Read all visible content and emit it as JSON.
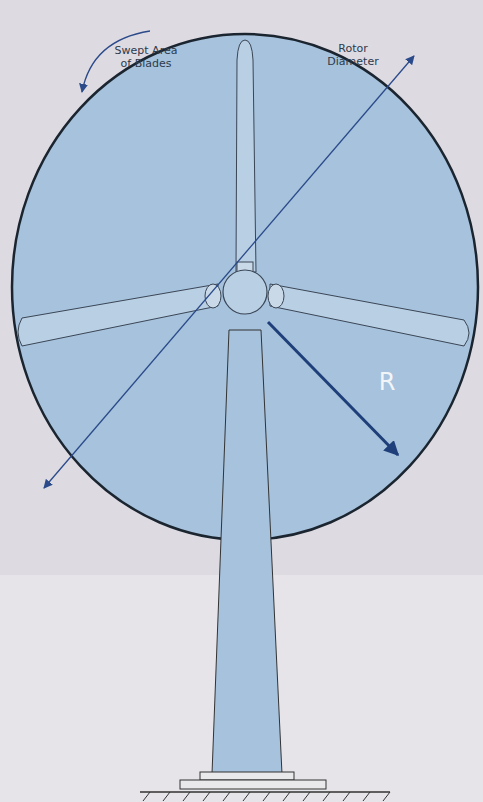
{
  "diagram": {
    "labels": [
      "Swept Area of Blades",
      "Rotor Diameter",
      "R"
    ]
  }
}
